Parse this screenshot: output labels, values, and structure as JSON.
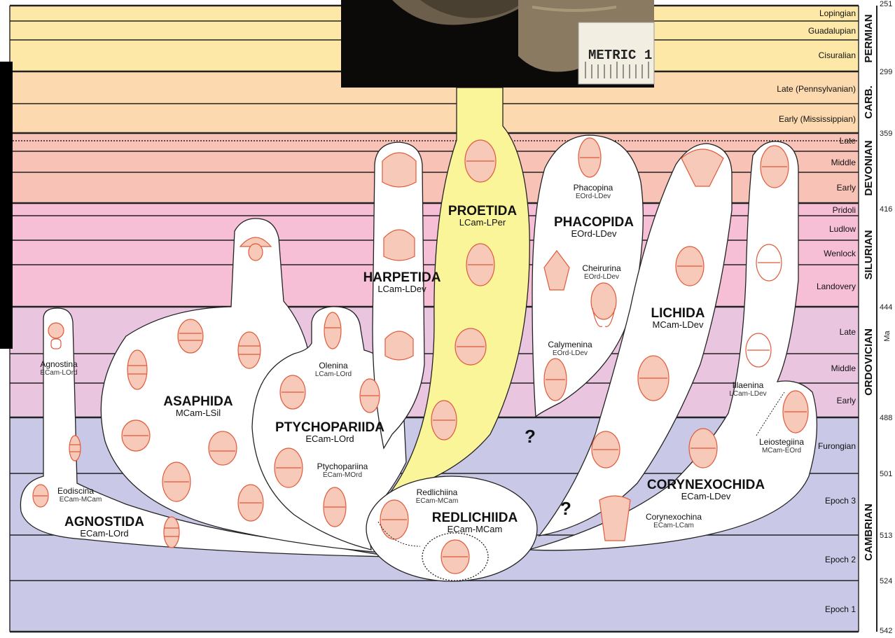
{
  "colors": {
    "permian": "#fde8a8",
    "carboniferous": "#fcd9ae",
    "devonian": "#f8c3b6",
    "silurian": "#f6bfd6",
    "ordovician": "#e9c5e0",
    "cambrian": "#c9c8e6",
    "proetida": "#fbf59a",
    "fossil": "#e05a3a"
  },
  "periods": [
    {
      "name": "PERMIAN",
      "epochs": [
        "Lopingian",
        "Guadalupian",
        "Cisuralian"
      ]
    },
    {
      "name": "CARB.",
      "epochs": [
        "Late (Pennsylvanian)",
        "Early (Mississippian)"
      ]
    },
    {
      "name": "DEVONIAN",
      "epochs": [
        "Late",
        "Middle",
        "Early"
      ]
    },
    {
      "name": "SILURIAN",
      "epochs": [
        "Pridoli",
        "Ludlow",
        "Wenlock",
        "Landovery"
      ]
    },
    {
      "name": "ORDOVICIAN",
      "epochs": [
        "Late",
        "Middle",
        "Early"
      ]
    },
    {
      "name": "CAMBRIAN",
      "epochs": [
        "Furongian",
        "Epoch 3",
        "Epoch 2",
        "Epoch 1"
      ]
    }
  ],
  "ma_ticks": [
    "251",
    "299",
    "359",
    "416",
    "444",
    "488",
    "501",
    "513",
    "524",
    "542"
  ],
  "ma_unit": "Ma",
  "photo": {
    "scale_text": "METRIC 1"
  },
  "orders": {
    "agnostida": {
      "name": "AGNOSTIDA",
      "range": "ECam-LOrd"
    },
    "asaphida": {
      "name": "ASAPHIDA",
      "range": "MCam-LSil"
    },
    "ptychopariida": {
      "name": "PTYCHOPARIIDA",
      "range": "ECam-LOrd"
    },
    "harpetida": {
      "name": "HARPETIDA",
      "range": "LCam-LDev"
    },
    "proetida": {
      "name": "PROETIDA",
      "range": "LCam-LPer"
    },
    "phacopida": {
      "name": "PHACOPIDA",
      "range": "EOrd-LDev"
    },
    "lichida": {
      "name": "LICHIDA",
      "range": "MCam-LDev"
    },
    "redlichiida": {
      "name": "REDLICHIIDA",
      "range": "ECam-MCam"
    },
    "corynexochida": {
      "name": "CORYNEXOCHIDA",
      "range": "ECam-LDev"
    }
  },
  "suborders": {
    "agnostina": {
      "name": "Agnostina",
      "range": "ECam-LOrd"
    },
    "eodiscina": {
      "name": "Eodiscina",
      "range": "ECam-MCam"
    },
    "olenina": {
      "name": "Olenina",
      "range": "LCam-LOrd"
    },
    "ptychopariina": {
      "name": "Ptychopariina",
      "range": "ECam-MOrd"
    },
    "redlichiina": {
      "name": "Redlichiina",
      "range": "ECam-MCam"
    },
    "phacopina": {
      "name": "Phacopina",
      "range": "EOrd-LDev"
    },
    "cheirurina": {
      "name": "Cheirurina",
      "range": "EOrd-LDev"
    },
    "calymenina": {
      "name": "Calymenina",
      "range": "EOrd-LDev"
    },
    "illaenina": {
      "name": "Illaenina",
      "range": "LCam-LDev"
    },
    "leiostegiina": {
      "name": "Leiostegiina",
      "range": "MCam-EOrd"
    },
    "corynexochina": {
      "name": "Corynexochina",
      "range": "ECam-LCam"
    }
  },
  "uncertain_marker": "?"
}
